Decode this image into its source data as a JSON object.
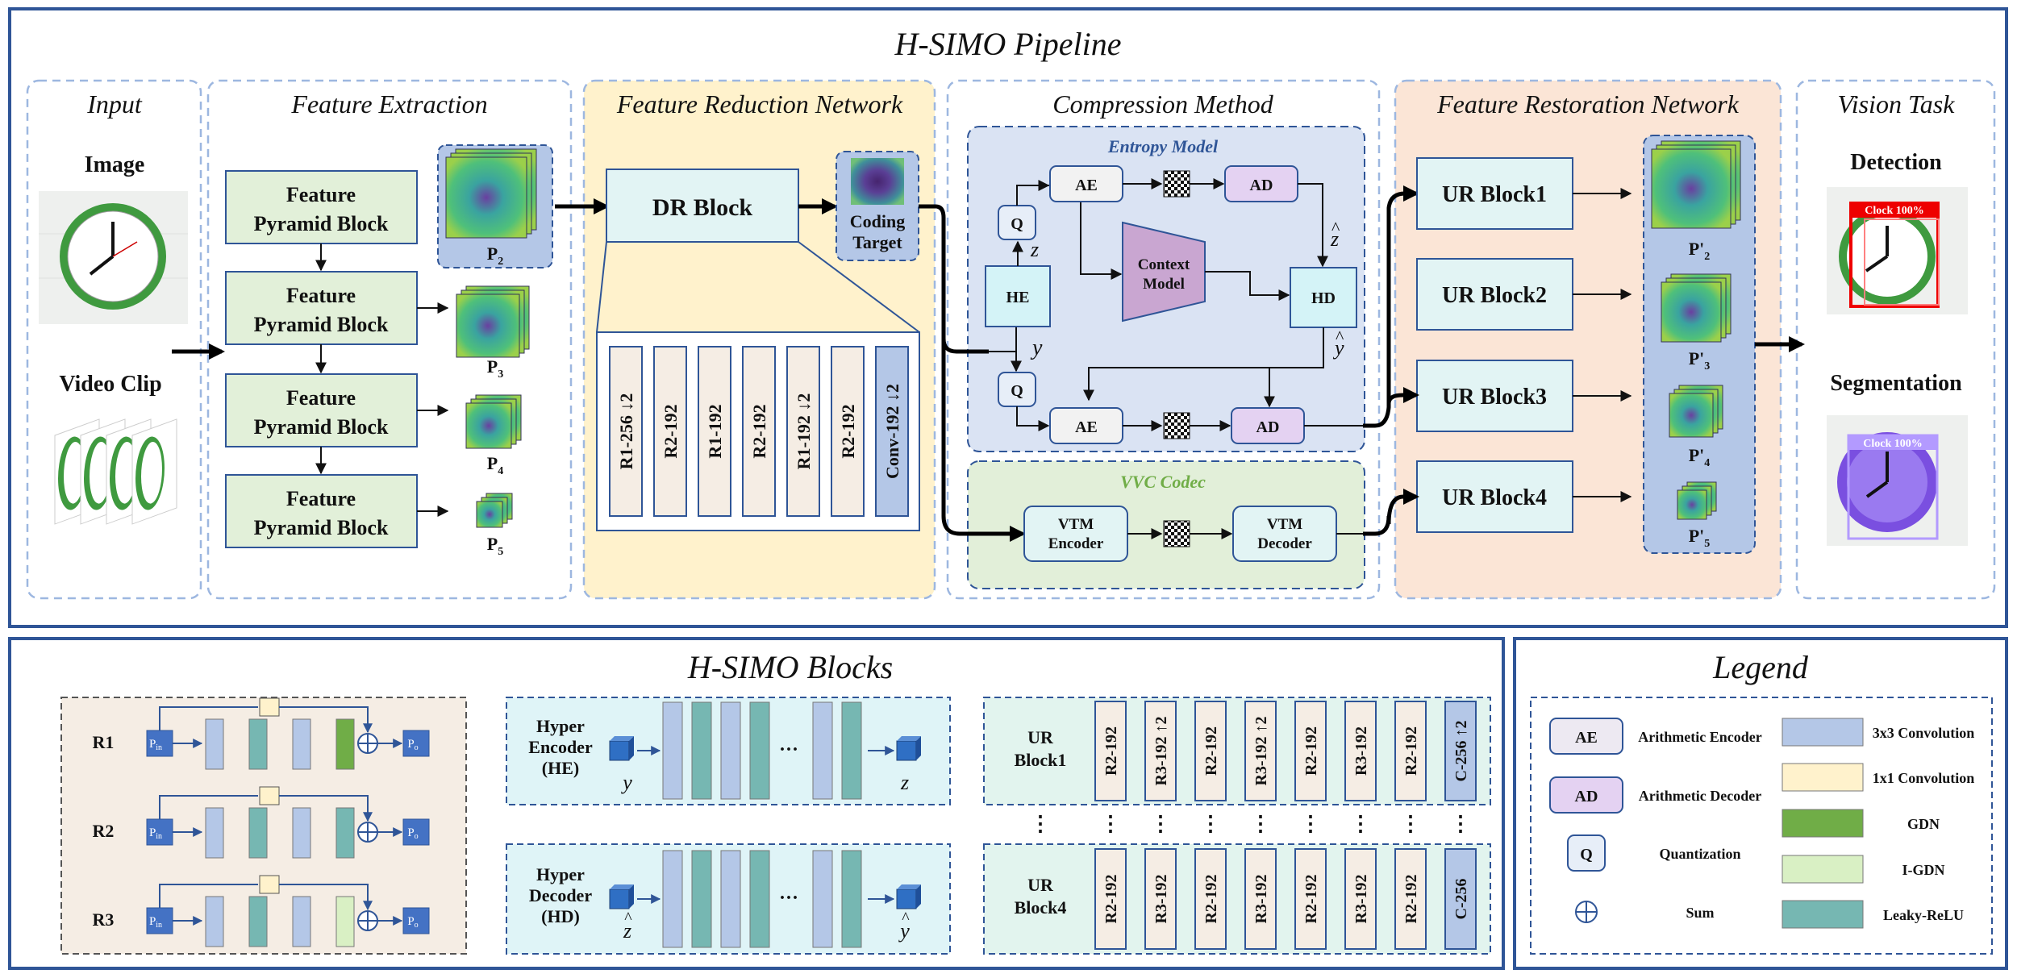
{
  "pipeline": {
    "title": "H-SIMO Pipeline",
    "input": {
      "heading": "Input",
      "image_label": "Image",
      "video_label": "Video Clip"
    },
    "feature_extraction": {
      "heading": "Feature Extraction",
      "block_line1": "Feature",
      "block_line2": "Pyramid Block",
      "levels": [
        "P",
        "P",
        "P",
        "P"
      ],
      "level_subs": [
        "2",
        "3",
        "4",
        "5"
      ]
    },
    "feature_reduction": {
      "heading": "Feature Reduction Network",
      "dr_block": "DR Block",
      "coding_line1": "Coding",
      "coding_line2": "Target",
      "layers": [
        "R1-256 ↓2",
        "R2-192",
        "R1-192",
        "R2-192",
        "R1-192 ↓2",
        "R2-192",
        "Conv-192 ↓2"
      ]
    },
    "compression": {
      "heading": "Compression Method",
      "entropy_title": "Entropy Model",
      "ae": "AE",
      "ad": "AD",
      "q": "Q",
      "he": "HE",
      "hd": "HD",
      "context_line1": "Context",
      "context_line2": "Model",
      "z": "z",
      "y": "y",
      "vvc_title": "VVC Codec",
      "vtm_enc_line1": "VTM",
      "vtm_enc_line2": "Encoder",
      "vtm_dec_line1": "VTM",
      "vtm_dec_line2": "Decoder"
    },
    "feature_restoration": {
      "heading": "Feature Restoration Network",
      "blocks": [
        "UR Block1",
        "UR Block2",
        "UR Block3",
        "UR Block4"
      ],
      "levels": [
        "P'",
        "P'",
        "P'",
        "P'"
      ],
      "level_subs": [
        "2",
        "3",
        "4",
        "5"
      ]
    },
    "vision_task": {
      "heading": "Vision Task",
      "detection": "Detection",
      "segmentation": "Segmentation",
      "det_label": "Clock 100%",
      "seg_label": "Clock 100%"
    }
  },
  "blocks_panel": {
    "title": "H-SIMO Blocks",
    "residual": {
      "rows": [
        "R1",
        "R2",
        "R3"
      ],
      "p_in": "P",
      "p_in_sub": "in",
      "p_out": "P",
      "p_out_sub": "o"
    },
    "hyper_encoder": {
      "line1": "Hyper",
      "line2": "Encoder",
      "line3": "(HE)",
      "in_var": "y",
      "out_var": "z",
      "ellipsis": "···"
    },
    "hyper_decoder": {
      "line1": "Hyper",
      "line2": "Decoder",
      "line3": "(HD)",
      "in_var": "z",
      "out_var": "y",
      "ellipsis": "···"
    },
    "ur_block1": {
      "line1": "UR",
      "line2": "Block1",
      "layers": [
        "R2-192",
        "R3-192 ↑2",
        "R2-192",
        "R3-192 ↑2",
        "R2-192",
        "R3-192",
        "R2-192",
        "C-256 ↑2"
      ]
    },
    "ur_block4": {
      "line1": "UR",
      "line2": "Block4",
      "layers": [
        "R2-192",
        "R3-192",
        "R2-192",
        "R3-192",
        "R2-192",
        "R3-192",
        "R2-192",
        "C-256"
      ]
    },
    "vertical_ellipsis": "⋮"
  },
  "legend": {
    "title": "Legend",
    "items_left": [
      {
        "symbol": "AE",
        "label": "Arithmetic Encoder"
      },
      {
        "symbol": "AD",
        "label": "Arithmetic Decoder"
      },
      {
        "symbol": "Q",
        "label": "Quantization"
      },
      {
        "symbol": "⊕",
        "label": "Sum"
      }
    ],
    "items_right": [
      {
        "label": "3x3 Convolution",
        "color": "#b4c7e7"
      },
      {
        "label": "1x1 Convolution",
        "color": "#fff2cc"
      },
      {
        "label": "GDN",
        "color": "#70ad47"
      },
      {
        "label": "I-GDN",
        "color": "#d9f0c4"
      },
      {
        "label": "Leaky-ReLU",
        "color": "#76b7b2"
      }
    ]
  },
  "colors": {
    "frame_blue": "#2f5597",
    "fe_green": "#e2f0d9",
    "reduction_bg": "#fff2cc",
    "entropy_bg": "#dae3f3",
    "vvc_bg": "#e2efd9",
    "restoration_bg": "#fbe5d6",
    "block_cyan": "#e2f4f4",
    "ae_bg": "#f2f2f2",
    "ad_bg": "#e4d2f2",
    "context_purple": "#c9a6d1",
    "layer_cream": "#f5ede4",
    "conv_blue": "#b4c7e7"
  }
}
